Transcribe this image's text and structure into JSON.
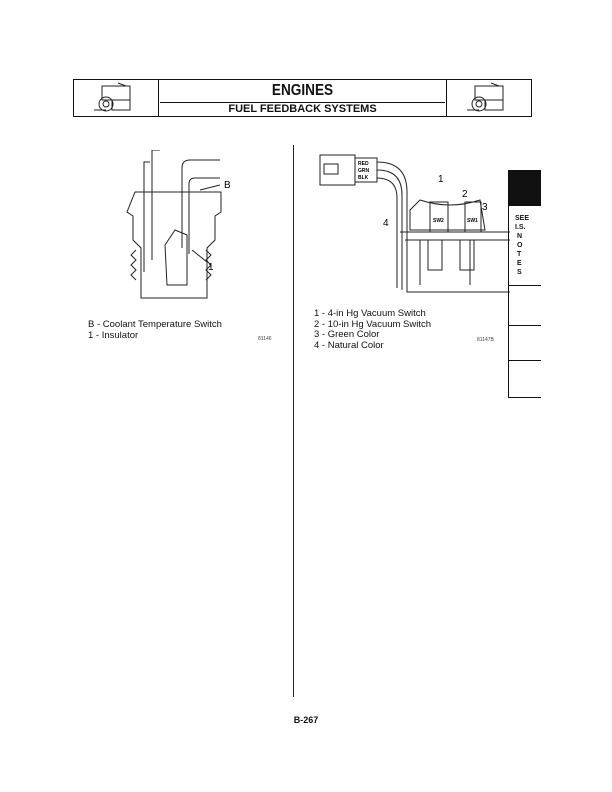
{
  "header": {
    "title": "ENGINES",
    "subtitle": "FUEL FEEDBACK SYSTEMS",
    "icon": "engine-illustration"
  },
  "left_figure": {
    "captions": [
      "B - Coolant Temperature Switch",
      "1 - Insulator"
    ],
    "callouts": [
      "B",
      "1"
    ],
    "code": "81146"
  },
  "right_figure": {
    "captions": [
      "1 - 4-in Hg Vacuum Switch",
      "2 - 10-in Hg Vacuum Switch",
      "3 - Green Color",
      "4 - Natural Color"
    ],
    "callouts": [
      "1",
      "2",
      "3",
      "4"
    ],
    "wire_labels": [
      "RED",
      "GRN",
      "BLK"
    ],
    "switch_labels": [
      "SW2",
      "SW1"
    ],
    "code": "81147B"
  },
  "side_tab": {
    "line1": "SEE",
    "line2": "I.S.",
    "letters": [
      "N",
      "O",
      "T",
      "E",
      "S"
    ]
  },
  "page_number": "B-267"
}
